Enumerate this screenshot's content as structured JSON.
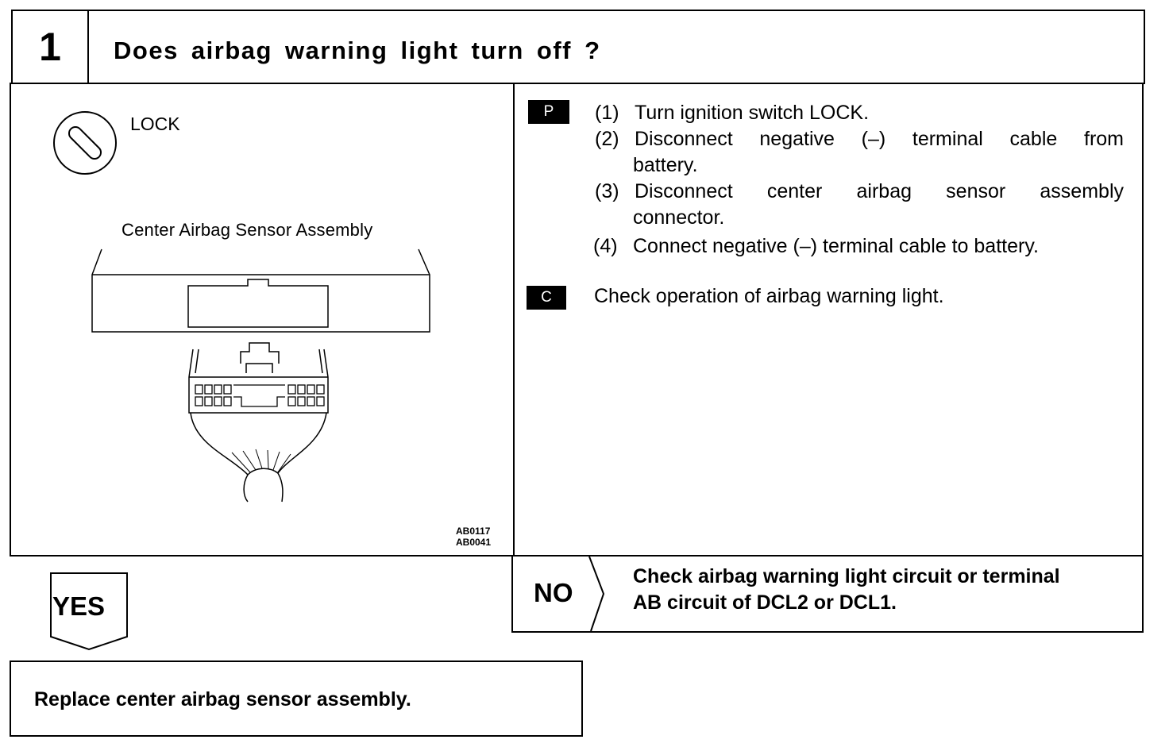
{
  "header": {
    "step_number": "1",
    "question": "Does airbag warning light turn off ?"
  },
  "illustration": {
    "lock_label": "LOCK",
    "assembly_label": "Center Airbag Sensor Assembly",
    "figure_codes": [
      "AB0117",
      "AB0041"
    ]
  },
  "procedure": {
    "prepare_tag": "P",
    "steps": [
      {
        "number": "(1)",
        "text": "Turn ignition switch LOCK."
      },
      {
        "number": "(2)",
        "line1": "Disconnect negative (–) terminal cable from",
        "line2": "battery."
      },
      {
        "number": "(3)",
        "line1": "Disconnect center airbag sensor assembly",
        "line2": "connector."
      },
      {
        "number": "(4)",
        "text": "Connect negative (–) terminal cable to battery."
      }
    ],
    "check_tag": "C",
    "check_text": "Check operation of airbag warning light."
  },
  "results": {
    "yes_label": "YES",
    "yes_action": "Replace center airbag sensor assembly.",
    "no_label": "NO",
    "no_action_line1": "Check airbag warning light circuit or terminal",
    "no_action_line2": "AB circuit of DCL2 or DCL1."
  }
}
